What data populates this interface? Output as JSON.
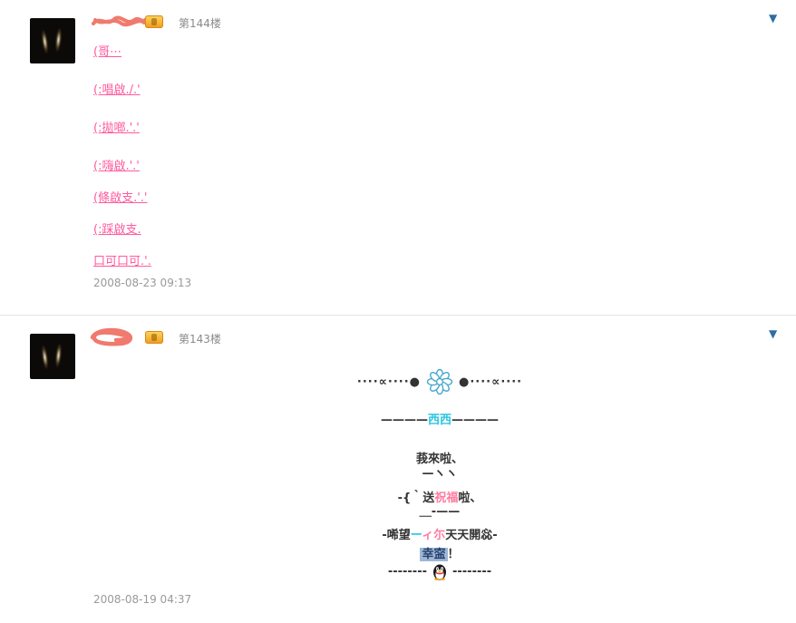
{
  "colors": {
    "link_pink": "#ff5a9e",
    "accent_cyan": "#2bc4e0",
    "highlight_blue_bg": "#9fb6d4",
    "collapse_blue": "#2e6da4",
    "muted_gray": "#9a9a9a"
  },
  "icons": {
    "collapse": "▼"
  },
  "posts": [
    {
      "floor": "第144楼",
      "timestamp": "2008-08-23 09:13",
      "lines": [
        "(哥⋯",
        "(:唱啟./.'",
        "(:拋啷.'.'",
        "(:嗨啟.'.'",
        "(條啟支.'.'",
        "(:踩啟支.",
        "口可口可.'."
      ]
    },
    {
      "floor": "第143楼",
      "timestamp": "2008-08-19 04:37",
      "fancy": {
        "deco_left": "····∝····●",
        "deco_right": "●····∝····",
        "dashes_left": "————",
        "name": "西西",
        "dashes_right": "————",
        "line1": "莪來啦、",
        "line2": "—ヽヽ",
        "line3_pre": "-{｀送",
        "line3_color": "祝福",
        "line3_post": "啦、",
        "line4": "＿-——",
        "line5_pre": "-唏望",
        "line5_c1": "ー",
        "line5_c2": "ィ尓",
        "line5_post": "天天開惢-",
        "line6_hl": "幸寍",
        "line6_post": "！",
        "line7_left": "--------",
        "line7_right": "--------"
      }
    }
  ]
}
